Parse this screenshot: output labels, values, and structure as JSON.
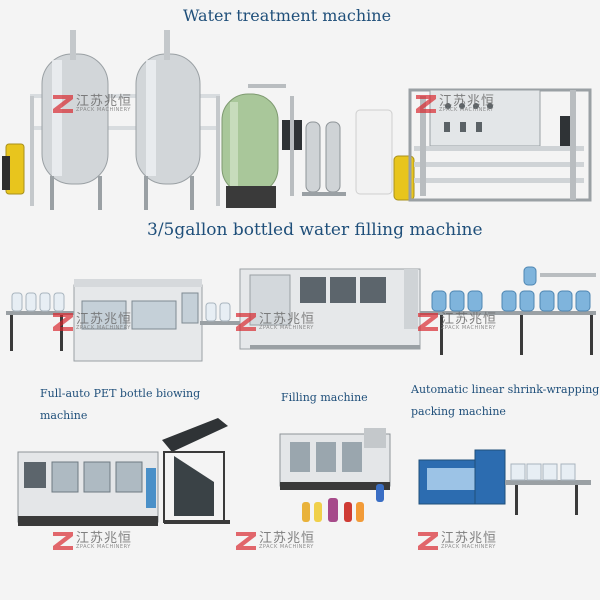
{
  "section1": {
    "title": "Water treatment machine"
  },
  "section2": {
    "title": "3/5gallon bottled water filling machine"
  },
  "section3": {
    "blowing_caption_line1": "Full-auto PET bottle biowing",
    "blowing_caption_line2": "machine",
    "filling_caption": "Filling machine",
    "packing_caption_line1": "Automatic linear shrink-wrapping",
    "packing_caption_line2": "packing machine"
  },
  "watermark": {
    "cn": "江苏兆恒",
    "en": "ZPACK MACHINERY"
  },
  "colors": {
    "title": "#1f4f7a",
    "steel": "#cfd3d6",
    "tank_green": "#a9c79a",
    "yellow": "#e8c51d",
    "logo_red": "#d8242a"
  }
}
